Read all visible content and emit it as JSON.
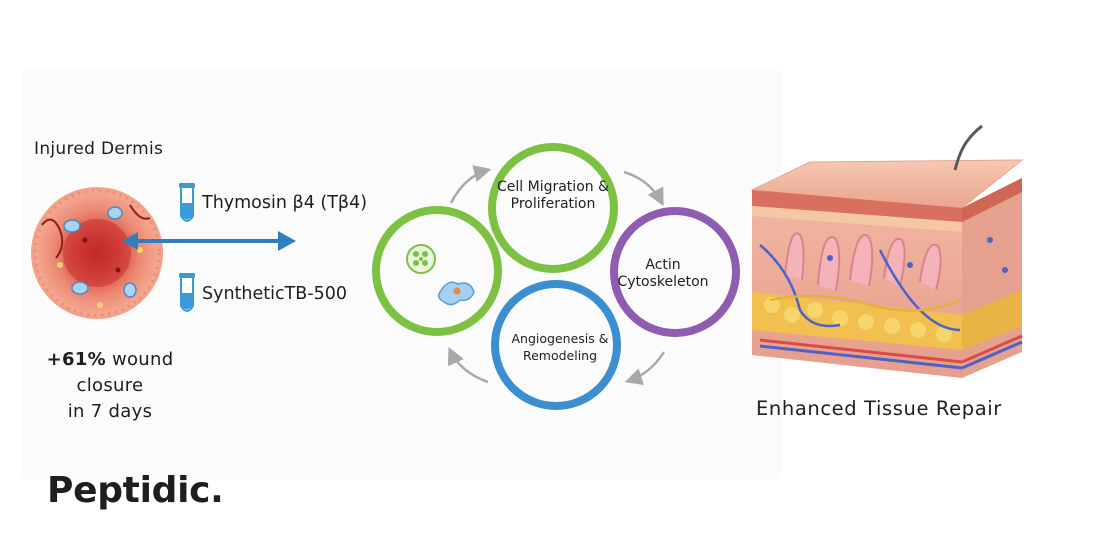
{
  "left_panel": {
    "title": "Injured Dermis",
    "peptide_1": "Thymosin β4 (Tβ4)",
    "peptide_2": "SyntheticTB-500",
    "closure_stat": "+61%",
    "closure_line1_rest": " wound",
    "closure_line2": "closure",
    "closure_line3": "in 7 days"
  },
  "cycle": {
    "node_cell": "Cell Migration & Proliferation",
    "node_actin": "Actin Cytoskeleton",
    "node_angio": "Angiogenesis & Remodeling"
  },
  "right_panel": {
    "caption": "Enhanced Tissue Repair"
  },
  "brand": "Peptidic.",
  "colors": {
    "green": "#7cc142",
    "purple": "#8e5db1",
    "blue": "#3b8fd1",
    "arrow_blue": "#2f7fbf",
    "tube_blue": "#3a9ad9"
  }
}
